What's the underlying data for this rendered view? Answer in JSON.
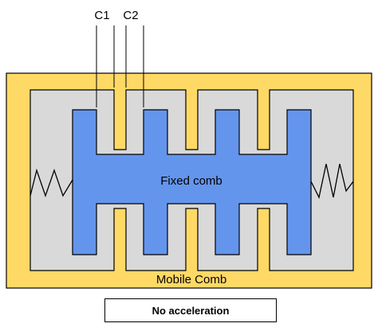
{
  "diagram": {
    "capacitor_labels": [
      "C1",
      "C2"
    ],
    "fixed_label": "Fixed comb",
    "mobile_label": "Mobile Comb",
    "colors": {
      "mobile": "#FFD966",
      "cavity": "#D9D9D9",
      "fixed": "#6495ED",
      "stroke": "#000000"
    }
  },
  "status": {
    "text": "No acceleration"
  }
}
